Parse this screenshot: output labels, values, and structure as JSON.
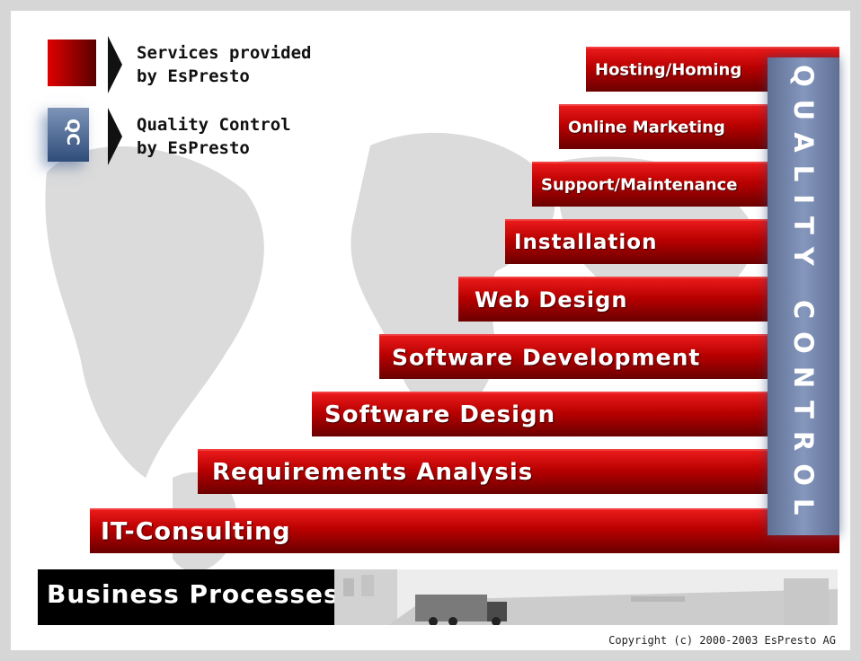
{
  "legend": {
    "services_line1": "Services provided",
    "services_line2": "by EsPresto",
    "qc_badge": "QC",
    "qc_line1": "Quality Control",
    "qc_line2": "by EsPresto"
  },
  "steps": [
    {
      "label": "Hosting/Homing"
    },
    {
      "label": "Online Marketing"
    },
    {
      "label": "Support/Maintenance"
    },
    {
      "label": "Installation"
    },
    {
      "label": "Web Design"
    },
    {
      "label": "Software Development"
    },
    {
      "label": "Software Design"
    },
    {
      "label": "Requirements Analysis"
    },
    {
      "label": "IT-Consulting"
    }
  ],
  "quality_control_label": "QUALITY CONTROL",
  "base": {
    "label": "Business Processes"
  },
  "copyright": "Copyright (c) 2000-2003 EsPresto AG",
  "colors": {
    "step_red": "#b80000",
    "qc_blue": "#7084ab",
    "base_black": "#000000"
  }
}
